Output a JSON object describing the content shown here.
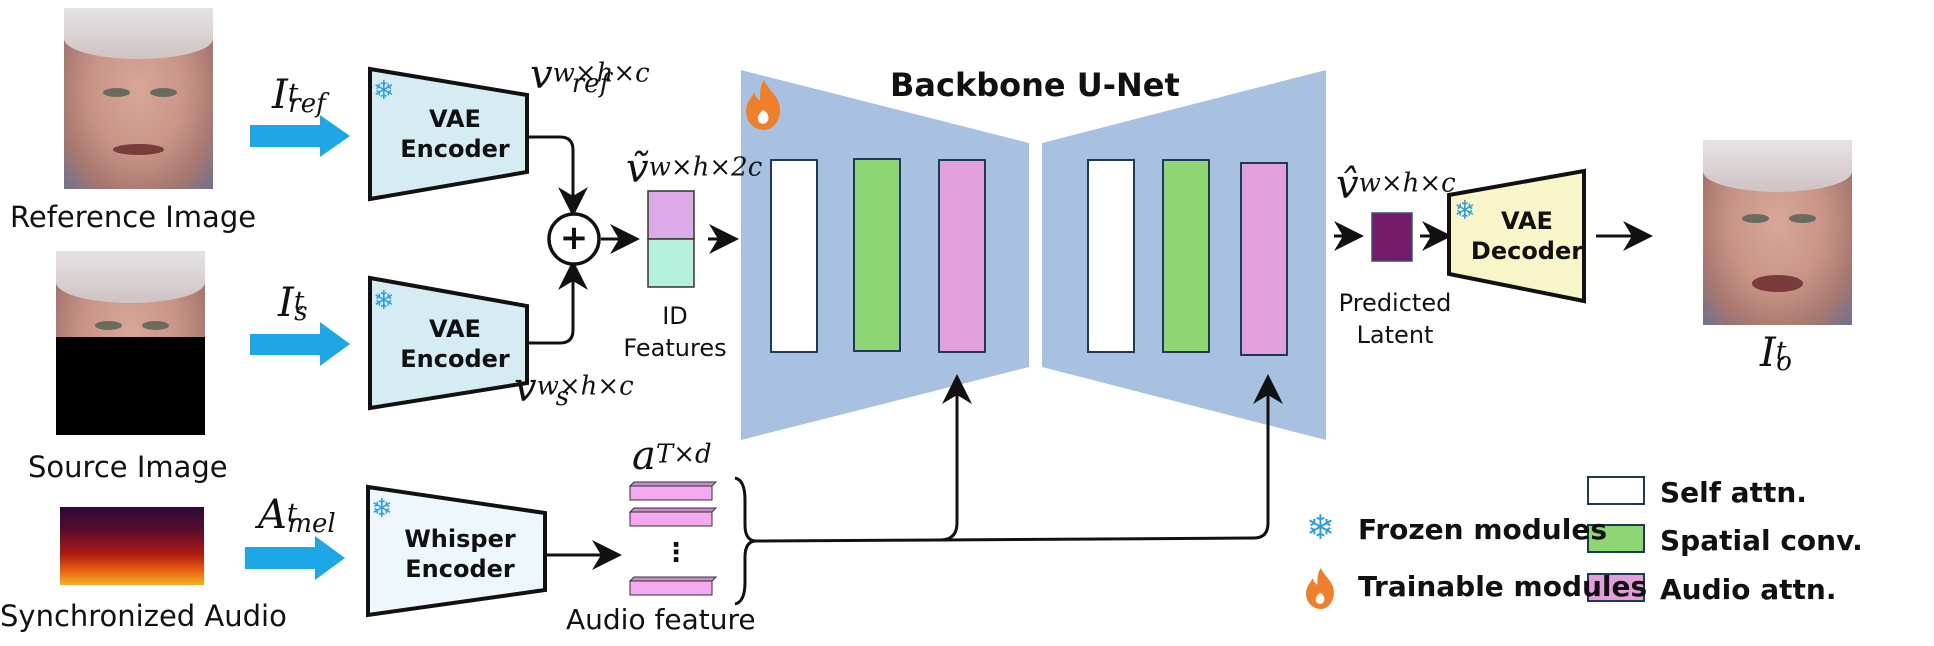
{
  "title": "Backbone U-Net",
  "inputs": {
    "reference": {
      "caption": "Reference Image",
      "symbol": "I",
      "sup": "t",
      "sub": "ref"
    },
    "source": {
      "caption": "Source Image",
      "symbol": "I",
      "sup": "t",
      "sub": "s"
    },
    "audio": {
      "caption": "Synchronized Audio",
      "symbol": "A",
      "sup": "t",
      "sub": "mel"
    }
  },
  "encoders": {
    "vae_ref": {
      "line1": "VAE",
      "line2": "Encoder",
      "icon": "snowflake-icon"
    },
    "vae_src": {
      "line1": "VAE",
      "line2": "Encoder",
      "icon": "snowflake-icon"
    },
    "whisper": {
      "line1": "Whisper",
      "line2": "Encoder",
      "icon": "snowflake-icon"
    },
    "vae_dec": {
      "line1": "VAE",
      "line2": "Decoder",
      "icon": "snowflake-icon"
    }
  },
  "latents": {
    "v_ref": {
      "symbol": "v",
      "sup": "w×h×c",
      "sub": "ref"
    },
    "v_s": {
      "symbol": "v",
      "sup": "w×h×c",
      "sub": "s"
    },
    "v_tilde": {
      "symbol": "ṽ",
      "sup": "w×h×2c"
    },
    "v_hat": {
      "symbol": "v̂",
      "sup": "w×h×c"
    },
    "a": {
      "symbol": "a",
      "sup": "T×d"
    }
  },
  "plus_symbol": "+",
  "id_features": {
    "line1": "ID",
    "line2": "Features"
  },
  "predicted_latent": {
    "line1": "Predicted",
    "line2": "Latent"
  },
  "audio_feature": {
    "label": "Audio feature",
    "ellipsis": "⋮"
  },
  "output": {
    "symbol": "I",
    "sup": "t",
    "sub": "o"
  },
  "legend": {
    "frozen": "Frozen modules",
    "trainable": "Trainable modules",
    "self_attn": "Self attn.",
    "spatial_conv": "Spatial conv.",
    "audio_attn": "Audio attn."
  },
  "colors": {
    "arrow_blue": "#1ea7e6",
    "encoder_fill": "#d6ecf3",
    "whisper_fill": "#eef7fb",
    "decoder_fill": "#f8f5c8",
    "unet_fill": "#a9c1e0",
    "self_attn": "#ffffff",
    "spatial_conv": "#8ed673",
    "audio_attn": "#e39fdc",
    "id_top": "#dcaae6",
    "id_bottom": "#b4f0dc",
    "predicted_latent": "#761a6a",
    "snowflake": "#2b9fe0",
    "flame": "#f07f2c"
  }
}
